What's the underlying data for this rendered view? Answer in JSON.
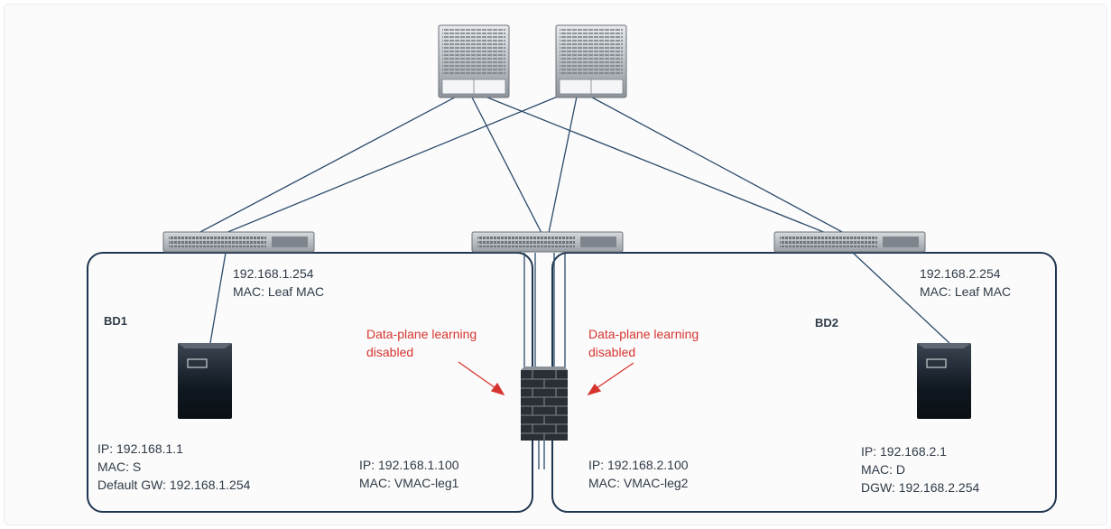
{
  "bridge_domains": {
    "bd1": {
      "label": "BD1",
      "leaf_ip": "192.168.1.254",
      "leaf_mac": "MAC: Leaf MAC",
      "host_ip": "IP: 192.168.1.1",
      "host_mac": "MAC: S",
      "host_gw": "Default GW: 192.168.1.254",
      "fw_ip": "IP: 192.168.1.100",
      "fw_mac": "MAC: VMAC-leg1",
      "note_line1": "Data-plane learning",
      "note_line2": "disabled"
    },
    "bd2": {
      "label": "BD2",
      "leaf_ip": "192.168.2.254",
      "leaf_mac": "MAC: Leaf MAC",
      "host_ip": "IP: 192.168.2.1",
      "host_mac": "MAC: D",
      "host_gw": "DGW: 192.168.2.254",
      "fw_ip": "IP: 192.168.2.100",
      "fw_mac": "MAC: VMAC-leg2",
      "note_line1": "Data-plane learning",
      "note_line2": "disabled"
    }
  },
  "colors": {
    "link": "#2b4a6b",
    "box_border": "#1f3650",
    "annotation": "#d6342f",
    "text": "#2f3b47",
    "device_dark": "#101820",
    "switch_body": "#b7bcc2"
  },
  "icons": [
    "spine-switch-icon",
    "leaf-switch-icon",
    "server-icon",
    "firewall-icon",
    "arrow-icon"
  ]
}
